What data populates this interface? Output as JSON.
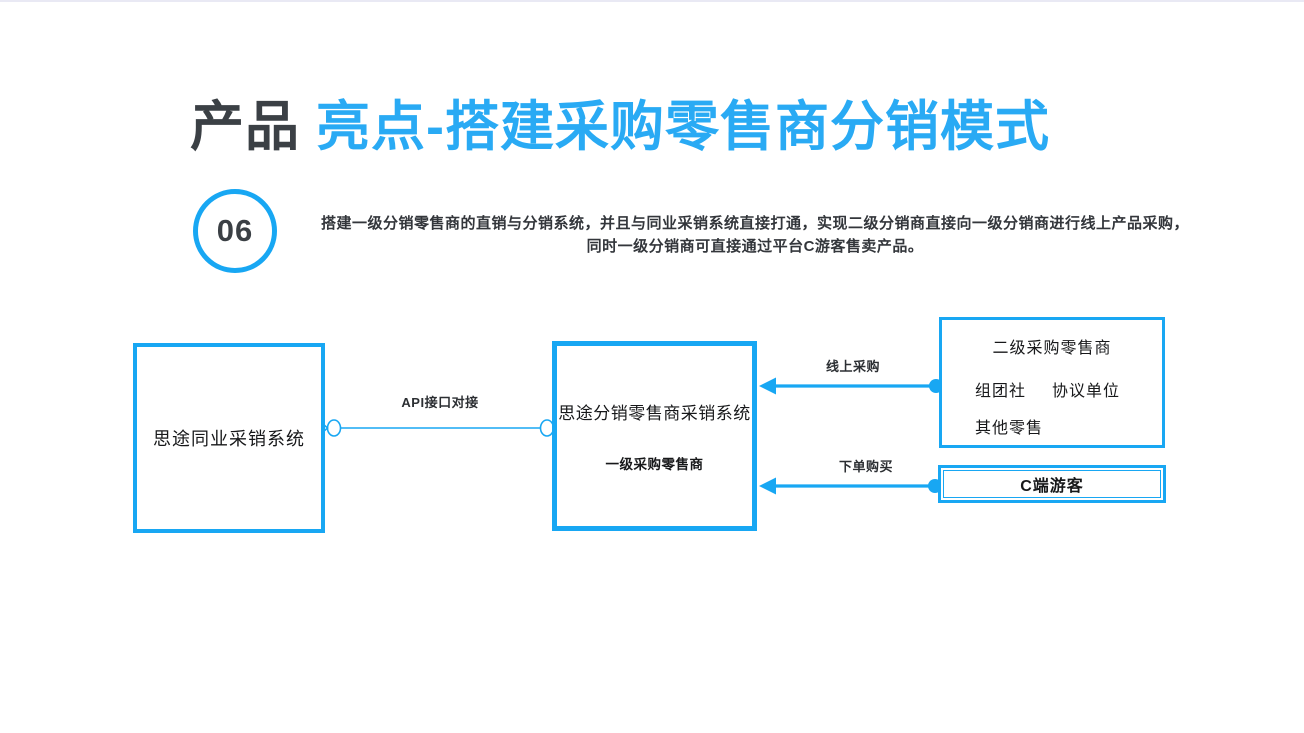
{
  "slide": {
    "title": {
      "prefix": "产品",
      "highlight": " 亮点-搭建采购零售商分销模式"
    },
    "badge": "06",
    "description": {
      "line1": "搭建一级分销零售商的直销与分销系统，并且与同业采销系统直接打通，实现二级分销商直接向一级分销商进行线上产品采购，",
      "line2": "同时一级分销商可直接通过平台C游客售卖产品。"
    }
  },
  "diagram": {
    "left_box": {
      "title": "思途同业采销系统"
    },
    "middle_box": {
      "title": "思途分销零售商采销系统",
      "subtitle": "一级采购零售商"
    },
    "right_top_box": {
      "title": "二级采购零售商",
      "item1": "组团社",
      "item2": "协议单位",
      "item3": "其他零售"
    },
    "right_bottom_box": {
      "title": "C端游客"
    },
    "connectors": {
      "api": "API接口对接",
      "online_purchase": "线上采购",
      "place_order": "下单购买"
    }
  },
  "colors": {
    "accent_blue": "#18a7f3",
    "title_blue": "#29aaf4",
    "dark_text": "#3b4045"
  }
}
